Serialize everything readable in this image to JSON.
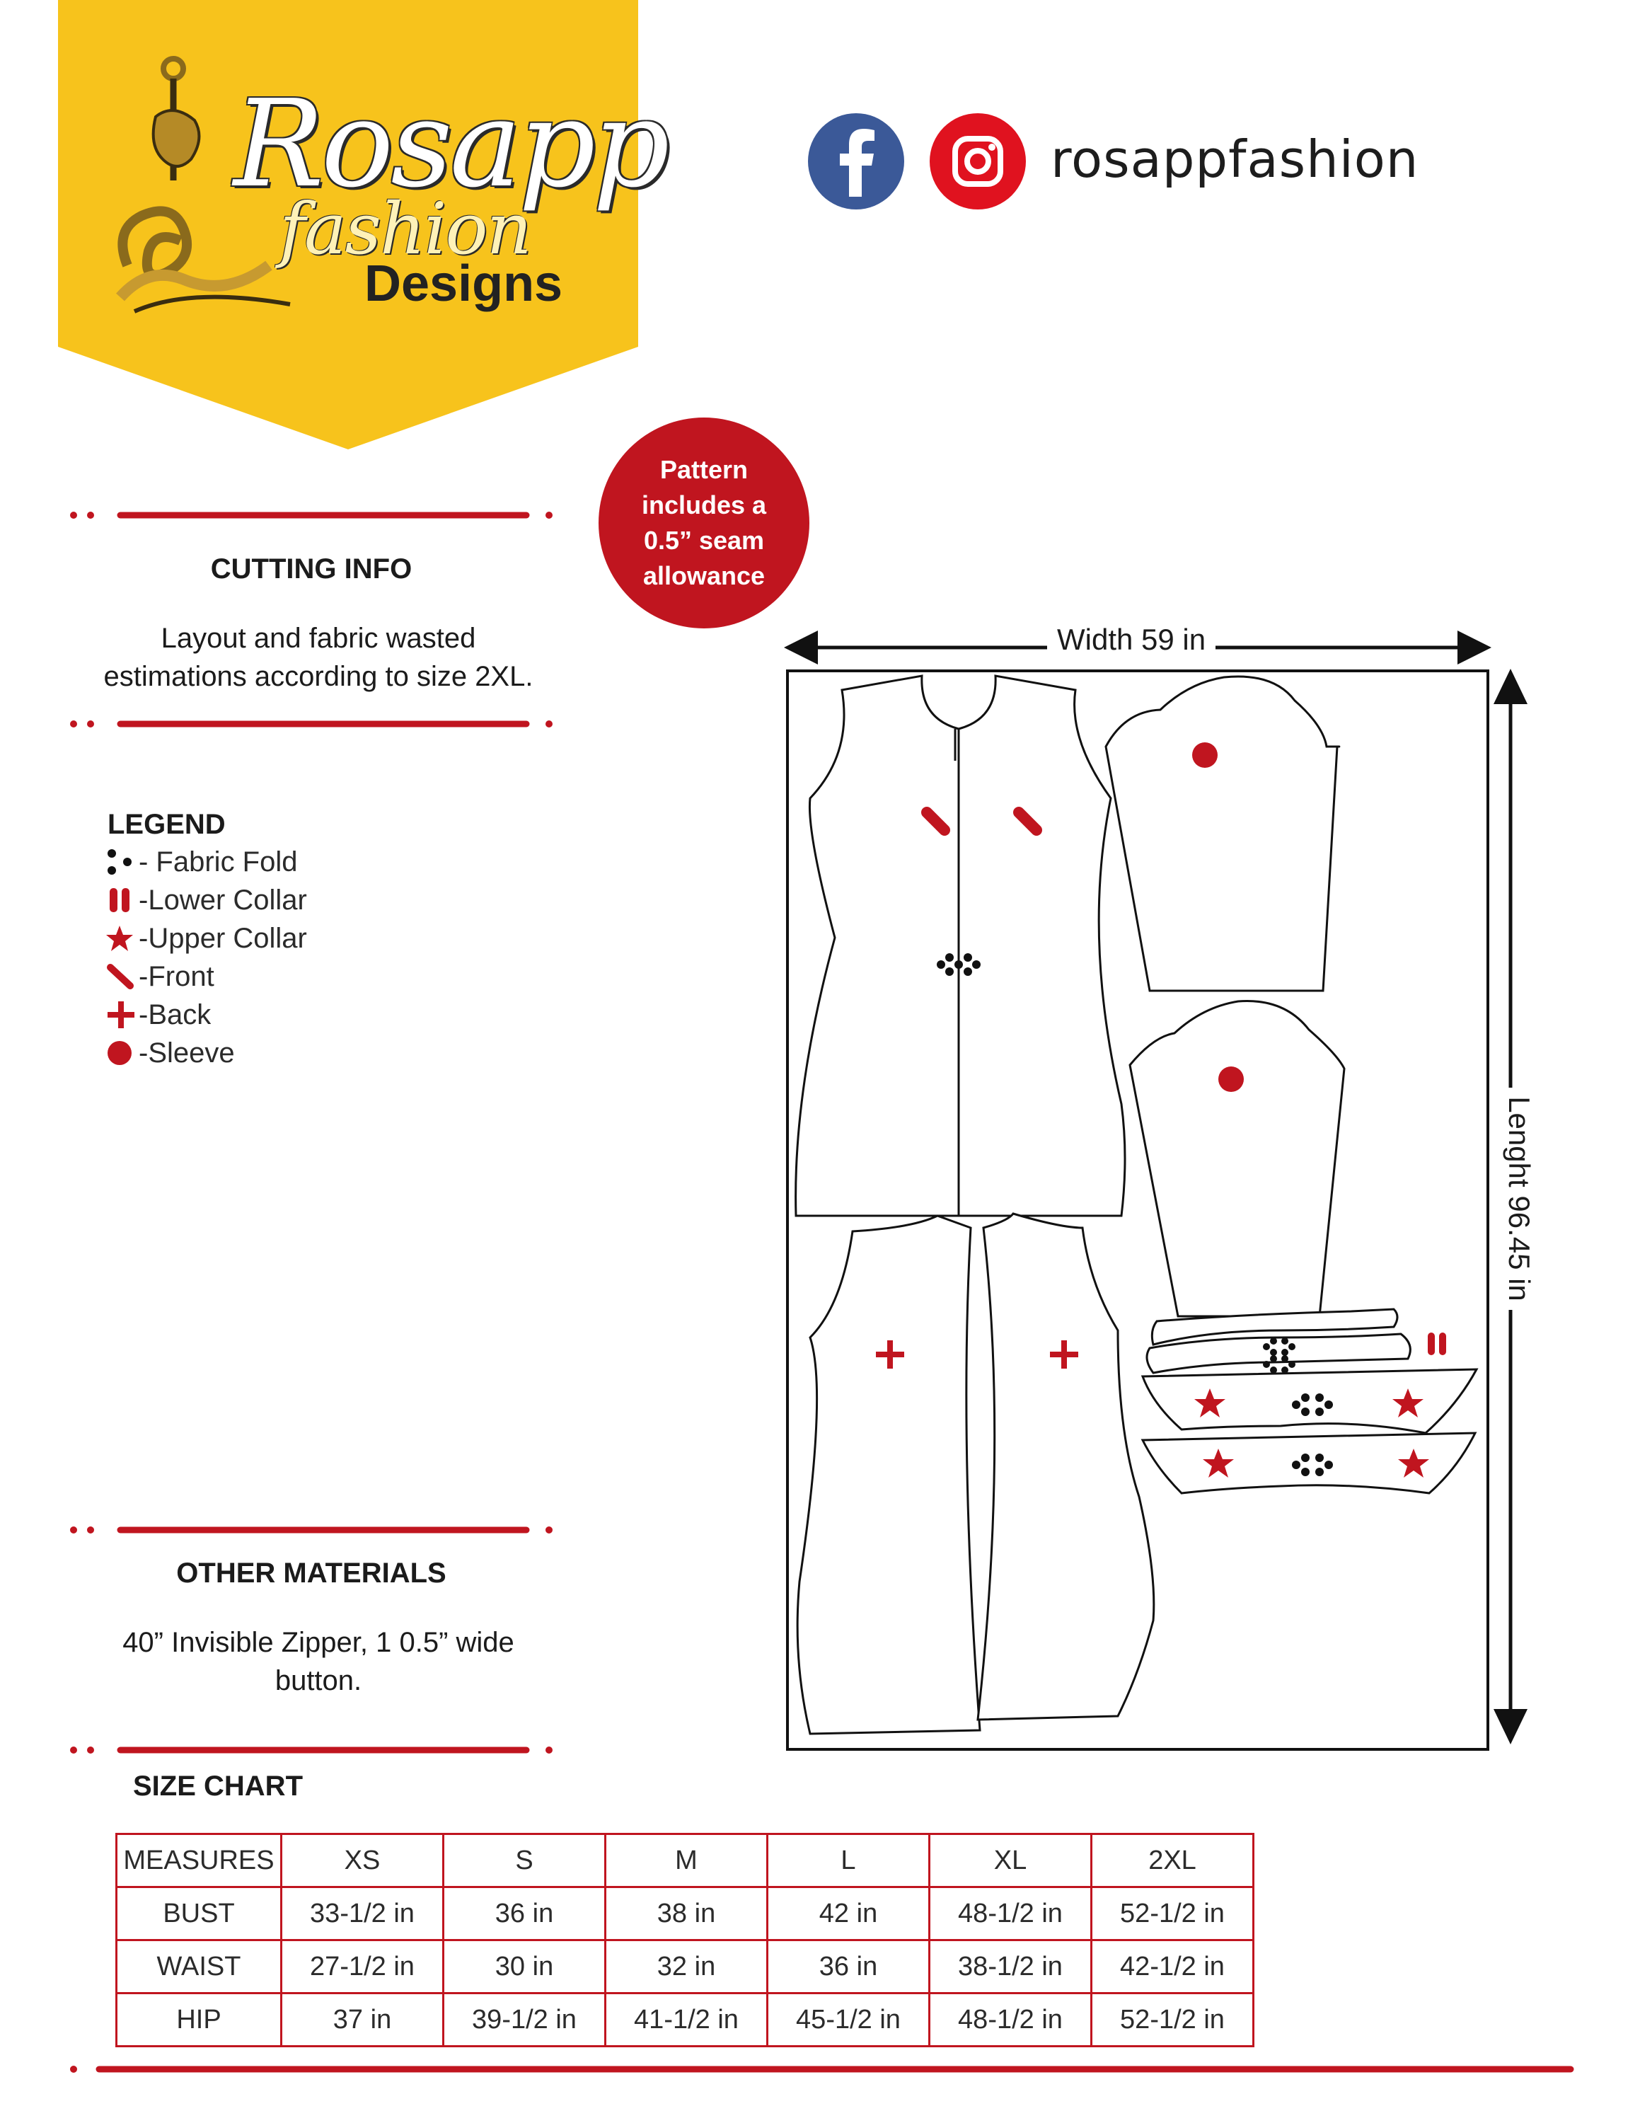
{
  "brand": {
    "line1": "Rosapp",
    "line2": "fashion",
    "line3": "Designs",
    "colors": {
      "yellow": "#f7c31c",
      "red": "#c0151f",
      "facebook": "#3b5998",
      "instagram": "#e0121f"
    }
  },
  "social": {
    "facebook_icon": "facebook-icon",
    "instagram_icon": "instagram-icon",
    "handle": "rosappfashion"
  },
  "badge": {
    "lines": [
      "Pattern",
      "includes a",
      "0.5” seam",
      "allowance"
    ]
  },
  "cutting_info": {
    "title": "CUTTING INFO",
    "line1": "Layout and fabric wasted",
    "line2": "estimations according to size 2XL."
  },
  "legend": {
    "title": "LEGEND",
    "items": [
      {
        "icon": "fabric-fold-icon",
        "label": "- Fabric Fold"
      },
      {
        "icon": "lower-collar-icon",
        "label": "-Lower Collar"
      },
      {
        "icon": "upper-collar-icon",
        "label": "-Upper Collar"
      },
      {
        "icon": "front-icon",
        "label": "-Front"
      },
      {
        "icon": "back-icon",
        "label": "-Back"
      },
      {
        "icon": "sleeve-icon",
        "label": "-Sleeve"
      }
    ]
  },
  "layout": {
    "width_label": "Width 59 in",
    "length_label": "Lenght 96.45 in"
  },
  "other_materials": {
    "title": "OTHER MATERIALS",
    "line1": "40” Invisible Zipper, 1 0.5” wide",
    "line2": "button."
  },
  "size_chart": {
    "title": "SIZE CHART",
    "headers": [
      "MEASURES",
      "XS",
      "S",
      "M",
      "L",
      "XL",
      "2XL"
    ],
    "rows": [
      [
        "BUST",
        "33-1/2 in",
        "36 in",
        "38 in",
        "42 in",
        "48-1/2 in",
        "52-1/2 in"
      ],
      [
        "WAIST",
        "27-1/2 in",
        "30 in",
        "32 in",
        "36 in",
        "38-1/2 in",
        "42-1/2 in"
      ],
      [
        "HIP",
        "37 in",
        "39-1/2 in",
        "41-1/2 in",
        "45-1/2 in",
        "48-1/2 in",
        "52-1/2 in"
      ]
    ]
  }
}
